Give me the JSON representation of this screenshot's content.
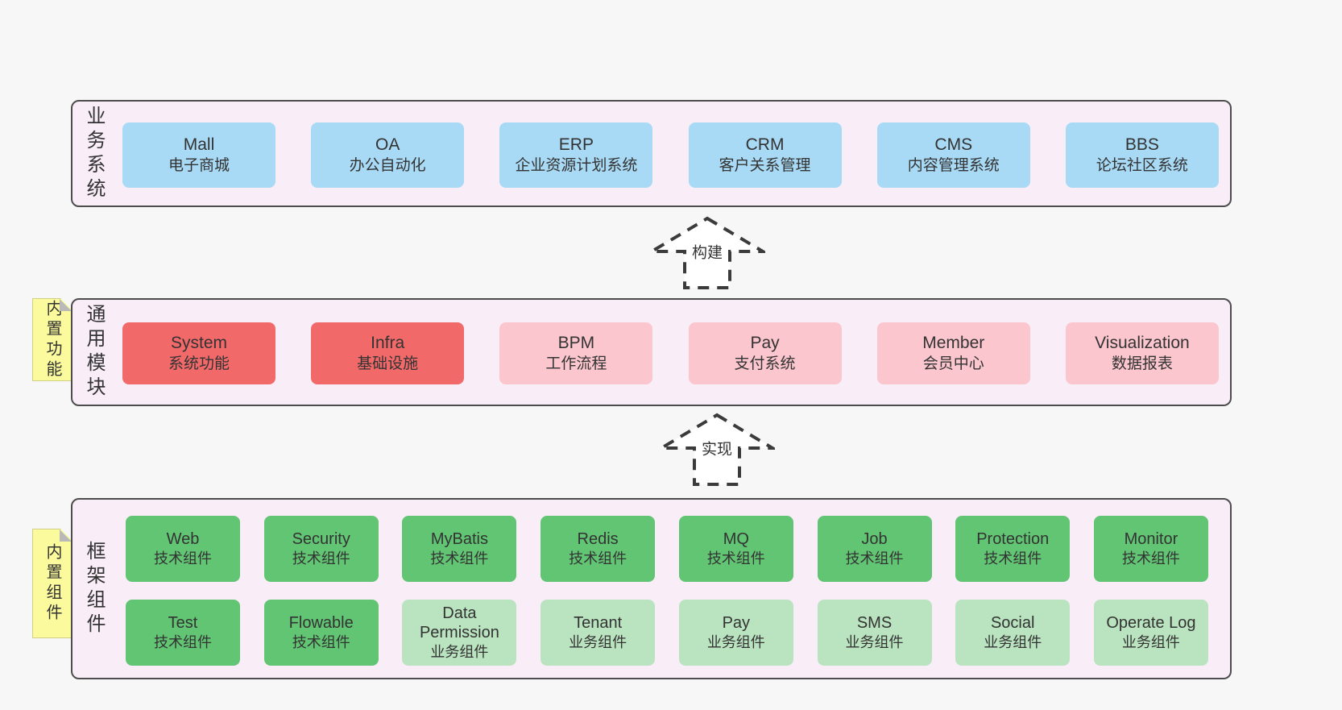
{
  "diagram": {
    "colors": {
      "page_bg": "#f7f7f7",
      "panel_bg": "#f9eef8",
      "panel_border": "#4d4d4d",
      "blue": "#a9daf5",
      "red": "#f2696a",
      "pink": "#fbc6ce",
      "green": "#62c574",
      "light_green": "#bae3bf",
      "sticky_yellow": "#fbfb9e",
      "text": "#333333"
    },
    "arrows": [
      {
        "label": "构建"
      },
      {
        "label": "实现"
      }
    ],
    "sections": [
      {
        "label": "业务系统",
        "rows": [
          [
            {
              "title": "Mall",
              "subtitle": "电子商城"
            },
            {
              "title": "OA",
              "subtitle": "办公自动化"
            },
            {
              "title": "ERP",
              "subtitle": "企业资源计划系统"
            },
            {
              "title": "CRM",
              "subtitle": "客户关系管理"
            },
            {
              "title": "CMS",
              "subtitle": "内容管理系统"
            },
            {
              "title": "BBS",
              "subtitle": "论坛社区系统"
            }
          ]
        ]
      },
      {
        "label": "通用模块",
        "note": "内置功能",
        "rows": [
          [
            {
              "title": "System",
              "subtitle": "系统功能"
            },
            {
              "title": "Infra",
              "subtitle": "基础设施"
            },
            {
              "title": "BPM",
              "subtitle": "工作流程"
            },
            {
              "title": "Pay",
              "subtitle": "支付系统"
            },
            {
              "title": "Member",
              "subtitle": "会员中心"
            },
            {
              "title": "Visualization",
              "subtitle": "数据报表"
            }
          ]
        ]
      },
      {
        "label": "框架组件",
        "note": "内置组件",
        "rows": [
          [
            {
              "title": "Web",
              "subtitle": "技术组件"
            },
            {
              "title": "Security",
              "subtitle": "技术组件"
            },
            {
              "title": "MyBatis",
              "subtitle": "技术组件"
            },
            {
              "title": "Redis",
              "subtitle": "技术组件"
            },
            {
              "title": "MQ",
              "subtitle": "技术组件"
            },
            {
              "title": "Job",
              "subtitle": "技术组件"
            },
            {
              "title": "Protection",
              "subtitle": "技术组件"
            },
            {
              "title": "Monitor",
              "subtitle": "技术组件"
            }
          ],
          [
            {
              "title": "Test",
              "subtitle": "技术组件"
            },
            {
              "title": "Flowable",
              "subtitle": "技术组件"
            },
            {
              "title": "Data Permission",
              "subtitle": "业务组件"
            },
            {
              "title": "Tenant",
              "subtitle": "业务组件"
            },
            {
              "title": "Pay",
              "subtitle": "业务组件"
            },
            {
              "title": "SMS",
              "subtitle": "业务组件"
            },
            {
              "title": "Social",
              "subtitle": "业务组件"
            },
            {
              "title": "Operate Log",
              "subtitle": "业务组件"
            }
          ]
        ]
      }
    ]
  }
}
